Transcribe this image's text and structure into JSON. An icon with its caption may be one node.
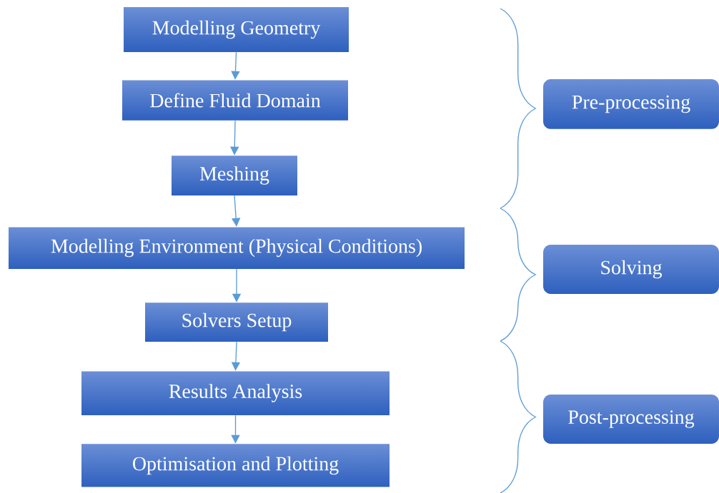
{
  "diagram": {
    "nodes": [
      {
        "text": [
          "Modelling Geometry"
        ]
      },
      {
        "text": [
          "Define Fluid Domain"
        ]
      },
      {
        "text": [
          "Meshing"
        ]
      },
      {
        "text": [
          "Modelling Environment (Physical Conditions)"
        ]
      },
      {
        "text": [
          "Solvers Setup"
        ]
      },
      {
        "text": [
          "Results Analysis"
        ]
      },
      {
        "text": [
          "Optimisation and Plotting"
        ]
      },
      {
        "text": [
          "Pre-processing"
        ]
      },
      {
        "text": [
          "Solving"
        ]
      },
      {
        "text": [
          "Post-processing"
        ]
      }
    ],
    "edges": [
      {
        "from": 0,
        "to": 1,
        "arrow": "to"
      },
      {
        "from": 1,
        "to": 2,
        "arrow": "to"
      },
      {
        "from": 2,
        "to": 3,
        "arrow": "to"
      },
      {
        "from": 3,
        "to": 4,
        "arrow": "to"
      },
      {
        "from": 4,
        "to": 5,
        "arrow": "to"
      },
      {
        "from": 5,
        "to": 6,
        "arrow": "to"
      }
    ]
  }
}
